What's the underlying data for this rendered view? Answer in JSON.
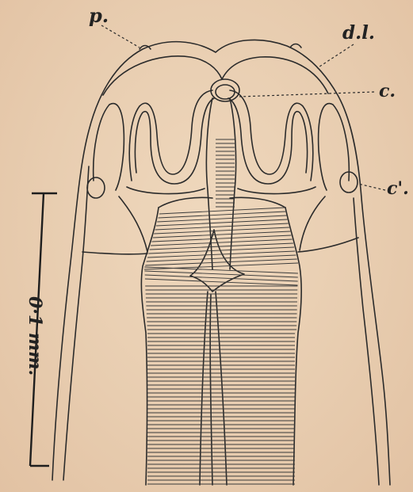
{
  "labels": {
    "p": "p.",
    "dl": "d.l.",
    "c": "c.",
    "c_prime": "c'."
  },
  "scale_bar": {
    "label": "0·1 mm."
  },
  "colors": {
    "paper": "#e9cfb2",
    "ink": "#2a2a2a"
  }
}
